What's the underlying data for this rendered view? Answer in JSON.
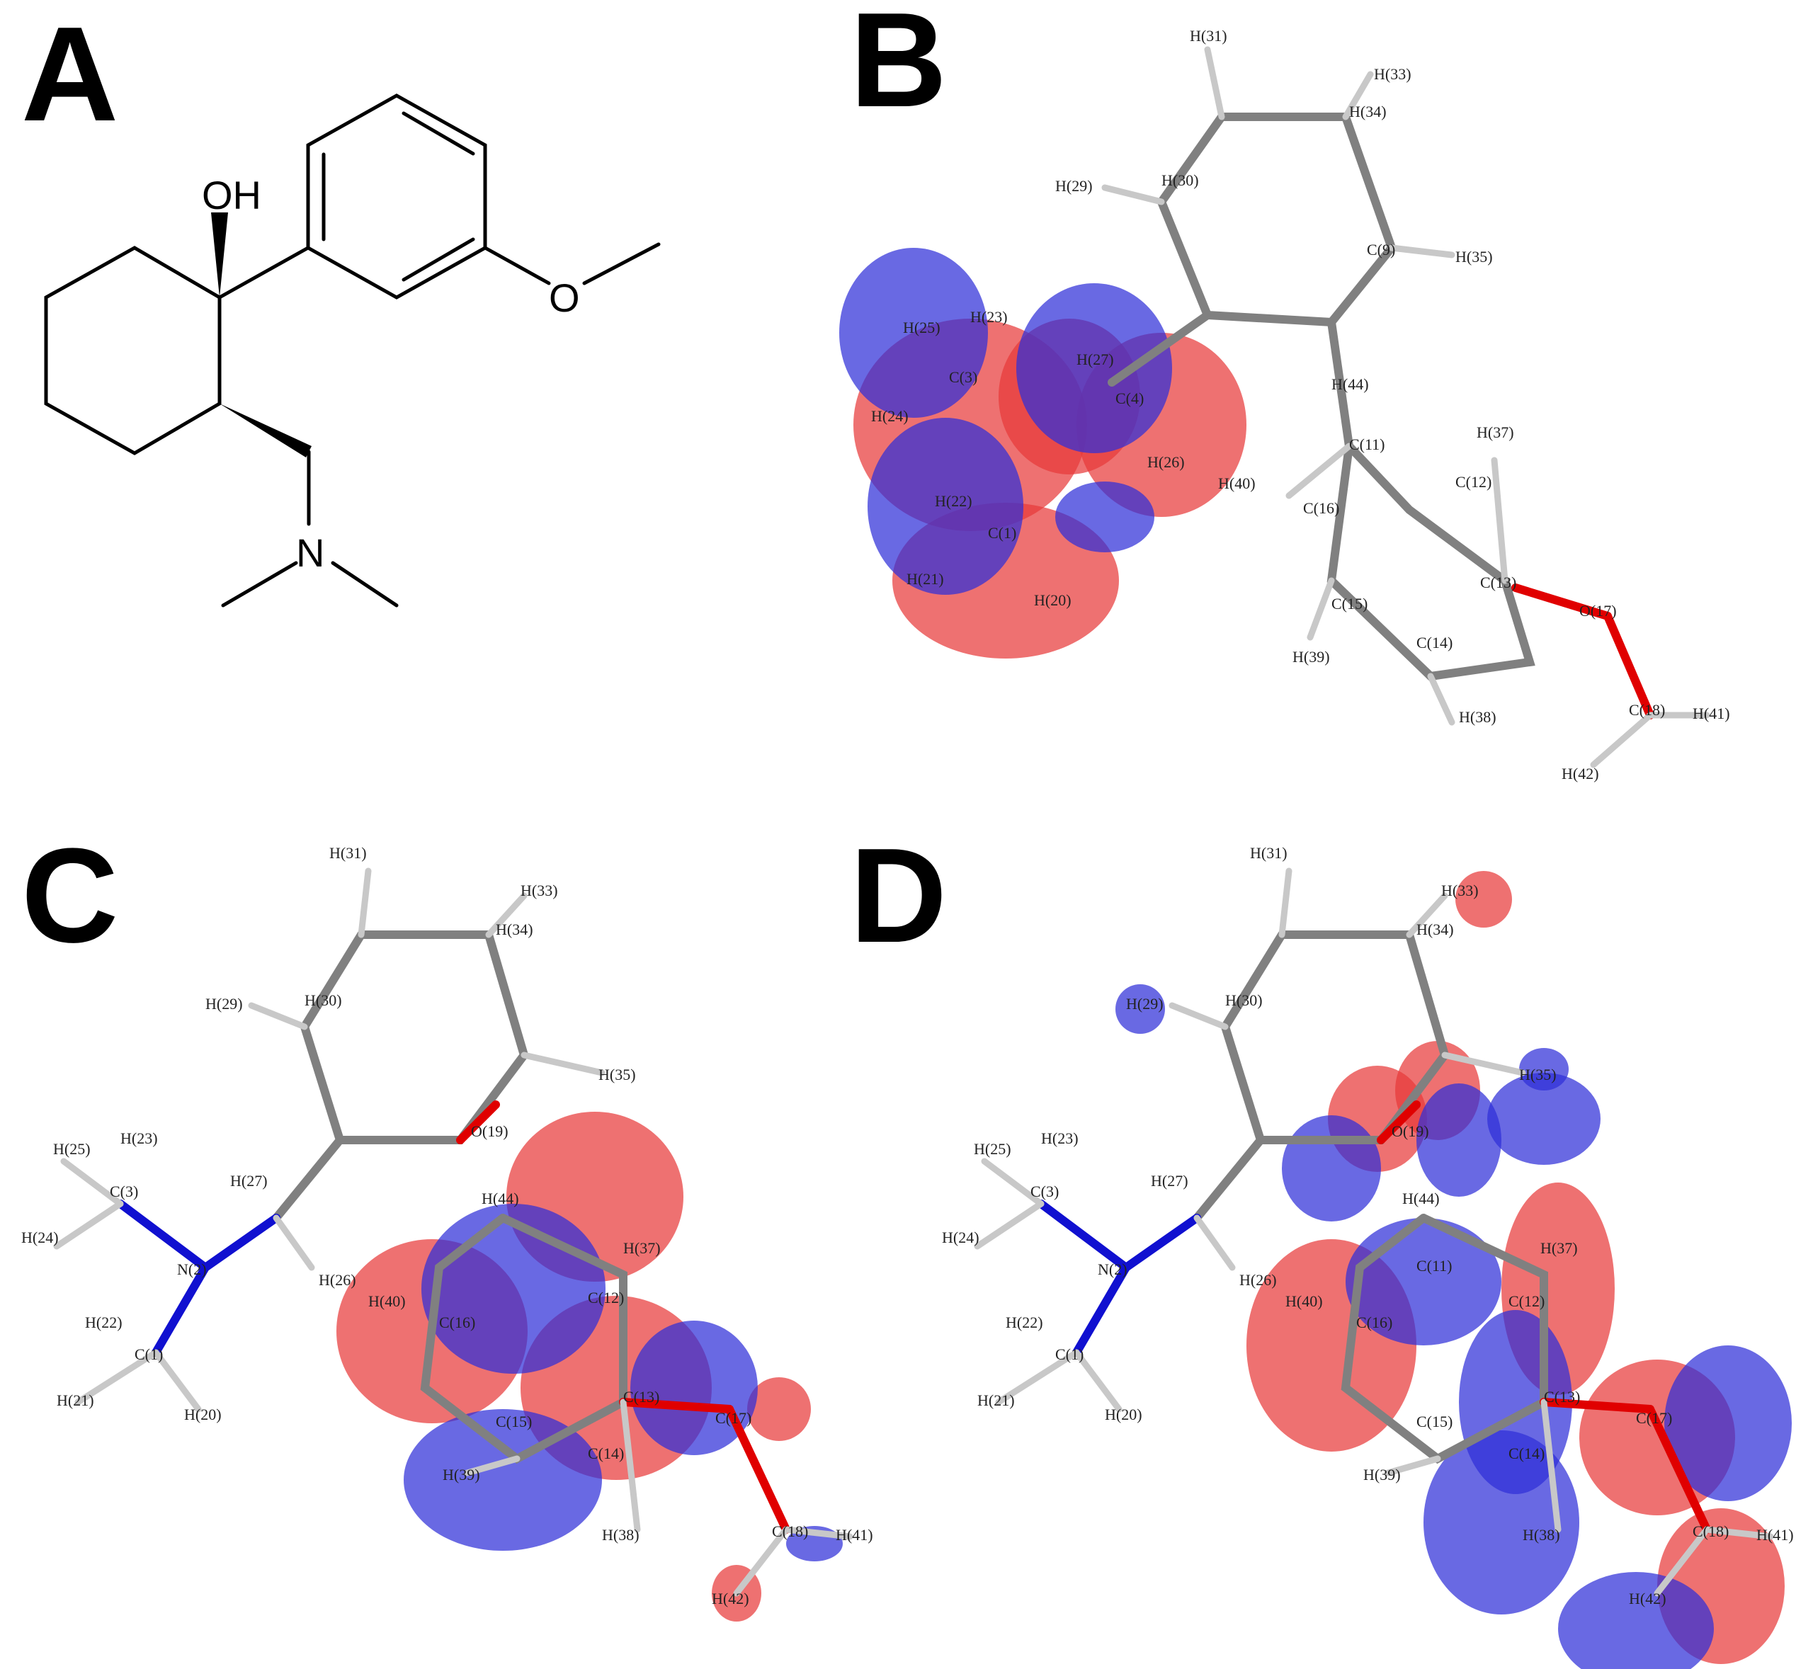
{
  "panels": {
    "a": {
      "letter": "A",
      "oh": "OH",
      "o": "O",
      "n": "N"
    },
    "b": {
      "letter": "B"
    },
    "c": {
      "letter": "C"
    },
    "d": {
      "letter": "D"
    }
  },
  "atom_labels": {
    "b": [
      "H(31)",
      "H(33)",
      "H(34)",
      "H(29)",
      "H(30)",
      "H(35)",
      "C(9)",
      "H(44)",
      "C(11)",
      "H(37)",
      "C(12)",
      "H(40)",
      "C(16)",
      "C(13)",
      "O(17)",
      "C(15)",
      "C(14)",
      "H(39)",
      "H(38)",
      "C(18)",
      "H(41)",
      "H(42)",
      "H(25)",
      "H(23)",
      "H(27)",
      "C(3)",
      "C(4)",
      "H(24)",
      "H(26)",
      "H(22)",
      "C(1)",
      "H(21)",
      "H(20)"
    ],
    "c": [
      "H(31)",
      "H(33)",
      "H(34)",
      "H(29)",
      "H(30)",
      "H(35)",
      "O(19)",
      "H(25)",
      "H(23)",
      "H(27)",
      "C(3)",
      "H(24)",
      "N(2)",
      "H(44)",
      "H(37)",
      "H(40)",
      "C(16)",
      "C(12)",
      "H(26)",
      "H(22)",
      "C(1)",
      "C(13)",
      "C(17)",
      "H(21)",
      "H(20)",
      "C(15)",
      "C(14)",
      "H(39)",
      "C(18)",
      "H(41)",
      "H(38)",
      "H(42)"
    ],
    "d": [
      "H(31)",
      "H(33)",
      "H(34)",
      "H(29)",
      "H(30)",
      "H(35)",
      "O(19)",
      "H(25)",
      "H(23)",
      "H(27)",
      "C(3)",
      "H(24)",
      "N(2)",
      "H(44)",
      "C(11)",
      "H(37)",
      "C(12)",
      "H(40)",
      "C(16)",
      "H(26)",
      "H(22)",
      "C(1)",
      "C(13)",
      "C(17)",
      "H(21)",
      "H(20)",
      "C(15)",
      "C(14)",
      "H(39)",
      "H(38)",
      "C(18)",
      "H(41)",
      "H(42)"
    ]
  },
  "colors": {
    "orbital_positive": "#e83a3a",
    "orbital_negative": "#2f2fd8",
    "carbon": "#808080",
    "hydrogen": "#c8c8c8",
    "oxygen": "#e00000",
    "nitrogen": "#1010d0"
  }
}
